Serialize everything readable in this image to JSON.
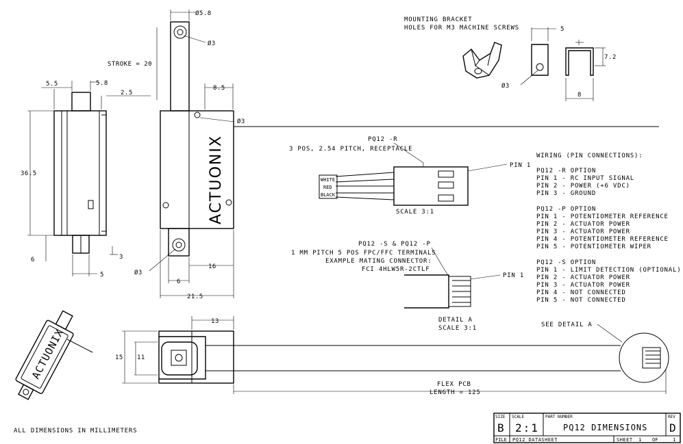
{
  "bracket": {
    "note_line1": "MOUNTING BRACKET",
    "note_line2": "HOLES FOR M3 MACHINE SCREWS",
    "dim_hole": "Ø3",
    "dim_width": "5",
    "dim_height": "7.2",
    "dim_depth": "8"
  },
  "side_view": {
    "dim_top_left": "5.5",
    "dim_top_right": "5.8",
    "dim_offset": "2.5",
    "dim_height": "36.5",
    "dim_bottom_left": "6",
    "dim_bottom_right": "3",
    "dim_bottom_width": "5"
  },
  "front_view": {
    "dim_rod_dia": "Ø5.8",
    "dim_rod_hole": "Ø3",
    "stroke": "STROKE = 20",
    "dim_body": "8.5",
    "dim_body_hole": "Ø3",
    "brand": "ACTUONIX",
    "dim_bottom_hole": "Ø3",
    "dim_16": "16",
    "dim_6": "6",
    "dim_width": "21.5"
  },
  "connector_r": {
    "label_line1": "PQ12 -R",
    "label_line2": "3 POS, 2.54 PITCH, RECEPTACLE",
    "wires": [
      "WHITE",
      "RED",
      "BLACK"
    ],
    "pin1": "PIN 1",
    "scale": "SCALE  3:1"
  },
  "connector_sp": {
    "label_line1": "PQ12 -S & PQ12 -P",
    "label_line2": "1 MM PITCH 5 POS FPC/FFC TERMINALS",
    "label_line3": "EXAMPLE MATING CONNECTOR:",
    "label_line4": "FCI 4HLW5R-2CTLF",
    "pin1": "PIN 1",
    "detail": "DETAIL  A",
    "scale": "SCALE  3:1"
  },
  "wiring": {
    "title": "WIRING (PIN CONNECTIONS):",
    "options": [
      {
        "name": "PQ12 -R OPTION",
        "pins": [
          "PIN 1 - RC INPUT SIGNAL",
          "PIN 2 - POWER (+6 VDC)",
          "PIN 3 - GROUND"
        ]
      },
      {
        "name": "PQ12 -P  OPTION",
        "pins": [
          "PIN 1 - POTENTIOMETER REFERENCE",
          "PIN 2 - ACTUATOR POWER",
          "PIN 3 - ACTUATOR POWER",
          "PIN 4 - POTENTIOMETER REFERENCE",
          "PIN 5 - POTENTIOMETER WIPER"
        ]
      },
      {
        "name": "PQ12 -S OPTION",
        "pins": [
          "PIN 1 - LIMIT DETECTION (OPTIONAL)",
          "PIN 2 - ACTUATOR POWER",
          "PIN 3 - ACTUATOR POWER",
          "PIN 4 - NOT CONNECTED",
          "PIN 5 - NOT CONNECTED"
        ]
      }
    ]
  },
  "flex_view": {
    "dim_13": "13",
    "dim_15": "15",
    "dim_11": "11",
    "see_detail": "SEE DETAIL  A",
    "flex_line1": "FLEX PCB",
    "flex_line2": "LENGTH = 125",
    "iso_brand": "ACTUONIX"
  },
  "footer": {
    "units": "ALL DIMENSIONS IN MILLIMETERS"
  },
  "title_block": {
    "size_label": "SIZE",
    "size": "B",
    "scale_label": "SCALE",
    "scale": "2:1",
    "part_label": "PART NUMBER",
    "part": "PQ12 DIMENSIONS",
    "rev_label": "REV",
    "rev": "D",
    "file_label": "FILE",
    "file": "PQ12 DATASHEET",
    "sheet_label": "SHEET",
    "sheet": "1",
    "of_label": "OF",
    "of": "1"
  }
}
